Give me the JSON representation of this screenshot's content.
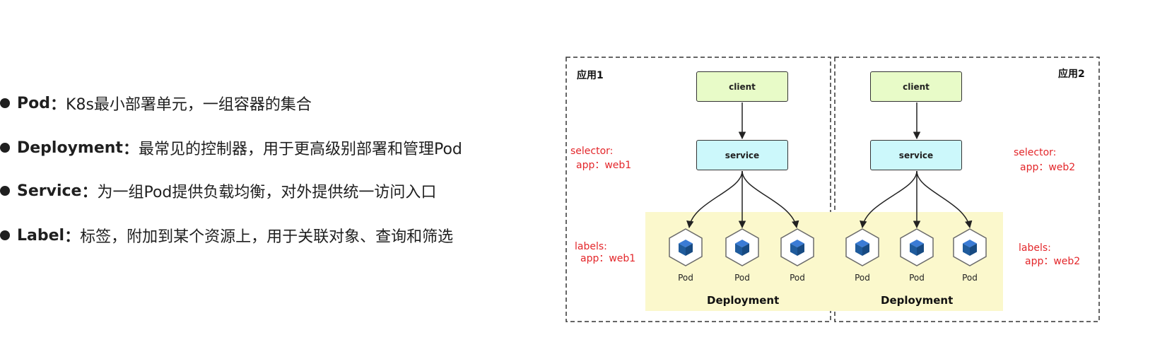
{
  "bullets": [
    {
      "term": "Pod",
      "sep": "：",
      "desc": "K8s最小部署单元，一组容器的集合"
    },
    {
      "term": "Deployment",
      "sep": "：",
      "desc": "最常见的控制器，用于更高级别部署和管理Pod"
    },
    {
      "term": "Service",
      "sep": "：",
      "desc": "为一组Pod提供负载均衡，对外提供统一访问入口"
    },
    {
      "term": "Label ",
      "sep": "：",
      "desc": "标签，附加到某个资源上，用于关联对象、查询和筛选"
    }
  ],
  "diagram": {
    "app1": {
      "title": "应用1",
      "client": "client",
      "service": "service",
      "selector_line1": "selector:",
      "selector_line2": "app：web1",
      "labels_line1": "labels:",
      "labels_line2": "app：web1",
      "pods": [
        "Pod",
        "Pod",
        "Pod"
      ],
      "deployment": "Deployment"
    },
    "app2": {
      "title": "应用2",
      "client": "client",
      "service": "service",
      "selector_line1": "selector:",
      "selector_line2": "app：web2",
      "labels_line1": "labels:",
      "labels_line2": "app：web2",
      "pods": [
        "Pod",
        "Pod",
        "Pod"
      ],
      "deployment": "Deployment"
    },
    "colors": {
      "client_fill": "#e8fbc8",
      "service_fill": "#ccf8fb",
      "deployment_fill": "#fbf8cc",
      "label_text": "#e3262a",
      "pod_icon": "#1f5b9c"
    }
  }
}
